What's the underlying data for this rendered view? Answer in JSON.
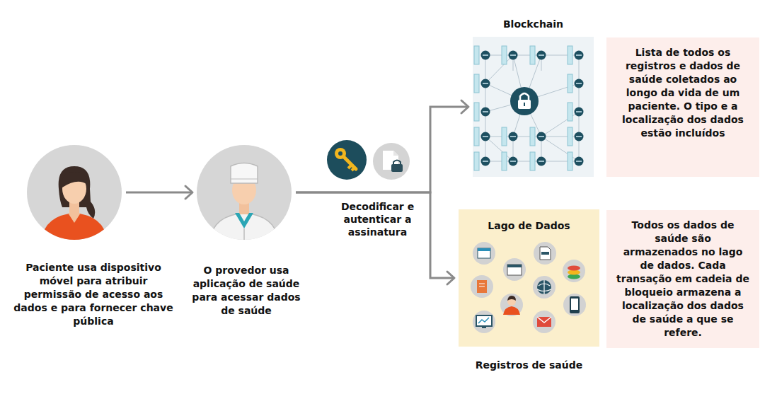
{
  "diagram": {
    "nodes": [
      {
        "text": [
          "Paciente usa dispositivo móvel para atribuir permissão de acesso aos dados e para fornecer chave pública"
        ]
      },
      {
        "text": [
          "O provedor usa aplicação de saúde para acessar dados de saúde"
        ]
      },
      {
        "text": [
          "Blockchain"
        ]
      },
      {
        "text": [
          "Lista de todos os registros e dados de saúde coletados ao longo da vida de um paciente. O tipo e a localização dos dados estão incluídos"
        ]
      },
      {
        "text": [
          "Lago de Dados",
          "Registros de saúde"
        ]
      },
      {
        "text": [
          "Todos os dados de saúde são armazenados no lago de dados. Cada transação em cadeia de bloqueio armazena a localização dos dados de saúde a que se refere."
        ]
      }
    ],
    "edges": [
      {
        "from": 0,
        "to": 1,
        "arrow": "to"
      },
      {
        "from": 1,
        "to": 2,
        "arrow": "to"
      },
      {
        "from": 1,
        "to": 4,
        "arrow": "to"
      }
    ],
    "labels": [
      "Decodificar e autenticar a assinatura"
    ]
  }
}
